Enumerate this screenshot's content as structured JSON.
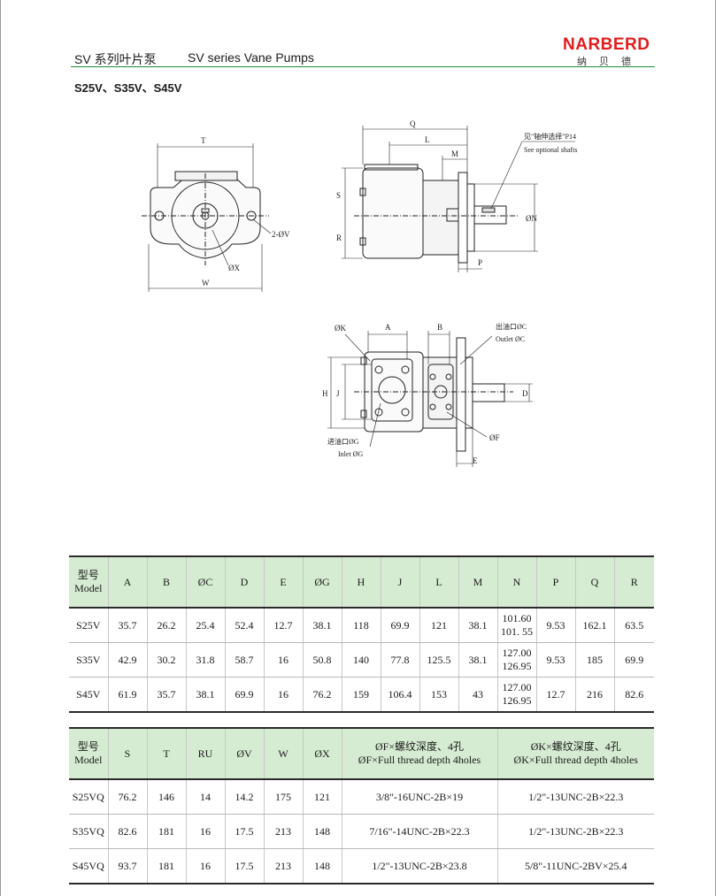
{
  "header": {
    "title_cn": "SV  系列叶片泵",
    "title_en": "SV series Vane Pumps",
    "brand": "NARBERD",
    "brand_cn": "纳贝德"
  },
  "models_heading": "S25V、S35V、S45V",
  "drawing": {
    "labels": {
      "T": "T",
      "W": "W",
      "V": "2-ØV",
      "X": "ØX",
      "Q": "Q",
      "L": "L",
      "M": "M",
      "S": "S",
      "R": "R",
      "N": "ØN",
      "P": "P",
      "shaft_cn": "见\"轴伸选择\"P14",
      "shaft_en": "See optional shafts",
      "K": "ØK",
      "A": "A",
      "B": "B",
      "H": "H",
      "J": "J",
      "D": "D",
      "E": "E",
      "F": "ØF",
      "outlet_cn": "出油口ØC",
      "outlet_en": "Outlet ØC",
      "inlet_cn": "进油口ØG",
      "inlet_en": "Inlet ØG"
    }
  },
  "table1": {
    "headers": [
      "型号|Model",
      "A",
      "B",
      "ØC",
      "D",
      "E",
      "ØG",
      "H",
      "J",
      "L",
      "M",
      "N",
      "P",
      "Q",
      "R"
    ],
    "rows": [
      [
        "S25V",
        "35.7",
        "26.2",
        "25.4",
        "52.4",
        "12.7",
        "38.1",
        "118",
        "69.9",
        "121",
        "38.1",
        "101.60|101. 55",
        "9.53",
        "162.1",
        "63.5"
      ],
      [
        "S35V",
        "42.9",
        "30.2",
        "31.8",
        "58.7",
        "16",
        "50.8",
        "140",
        "77.8",
        "125.5",
        "38.1",
        "127.00|126.95",
        "9.53",
        "185",
        "69.9"
      ],
      [
        "S45V",
        "61.9",
        "35.7",
        "38.1",
        "69.9",
        "16",
        "76.2",
        "159",
        "106.4",
        "153",
        "43",
        "127.00|126.95",
        "12.7",
        "216",
        "82.6"
      ]
    ]
  },
  "table2": {
    "headers": [
      "型号|Model",
      "S",
      "T",
      "RU",
      "ØV",
      "W",
      "ØX",
      "ØF×螺纹深度、4孔|ØF×Full thread depth 4holes",
      "ØK×螺纹深度、4孔|ØK×Full thread depth 4holes"
    ],
    "rows": [
      [
        "S25VQ",
        "76.2",
        "146",
        "14",
        "14.2",
        "175",
        "121",
        "3/8\"-16UNC-2B×19",
        "1/2\"-13UNC-2B×22.3"
      ],
      [
        "S35VQ",
        "82.6",
        "181",
        "16",
        "17.5",
        "213",
        "148",
        "7/16\"-14UNC-2B×22.3",
        "1/2\"-13UNC-2B×22.3"
      ],
      [
        "S45VQ",
        "93.7",
        "181",
        "16",
        "17.5",
        "213",
        "148",
        "1/2\"-13UNC-2B×23.8",
        "5/8\"-11UNC-2BV×25.4"
      ]
    ]
  }
}
